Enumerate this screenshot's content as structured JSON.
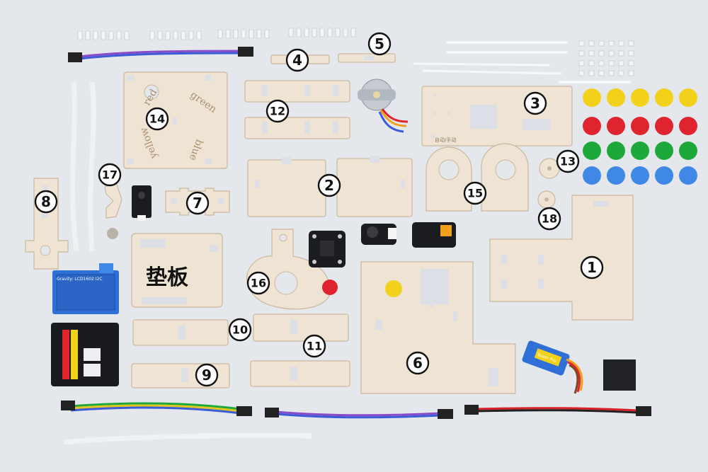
{
  "part_numbers": [
    "1",
    "2",
    "3",
    "4",
    "5",
    "6",
    "7",
    "8",
    "9",
    "10",
    "11",
    "12",
    "13",
    "14",
    "15",
    "16",
    "17",
    "18"
  ],
  "base_plate_text": "垫板",
  "wheel_engravings": {
    "red": "red",
    "green": "green",
    "blue": "blue",
    "yellow": "yellow"
  },
  "panel_3_mark": "自动/手动",
  "lcd_text": "Gravity: LCD1602 I2C",
  "servo_text": "Tower Pro",
  "colors": {
    "background": "#e4e7ec",
    "wood": "#efe4d4",
    "cap_yellow": "#f2d11a",
    "cap_red": "#e0242f",
    "cap_green": "#1da83a",
    "cap_blue": "#3f88e6",
    "board_blue": "#2f6fd8",
    "cable_blue": "#3c5bd6",
    "cable_purple": "#8b4bc8"
  }
}
